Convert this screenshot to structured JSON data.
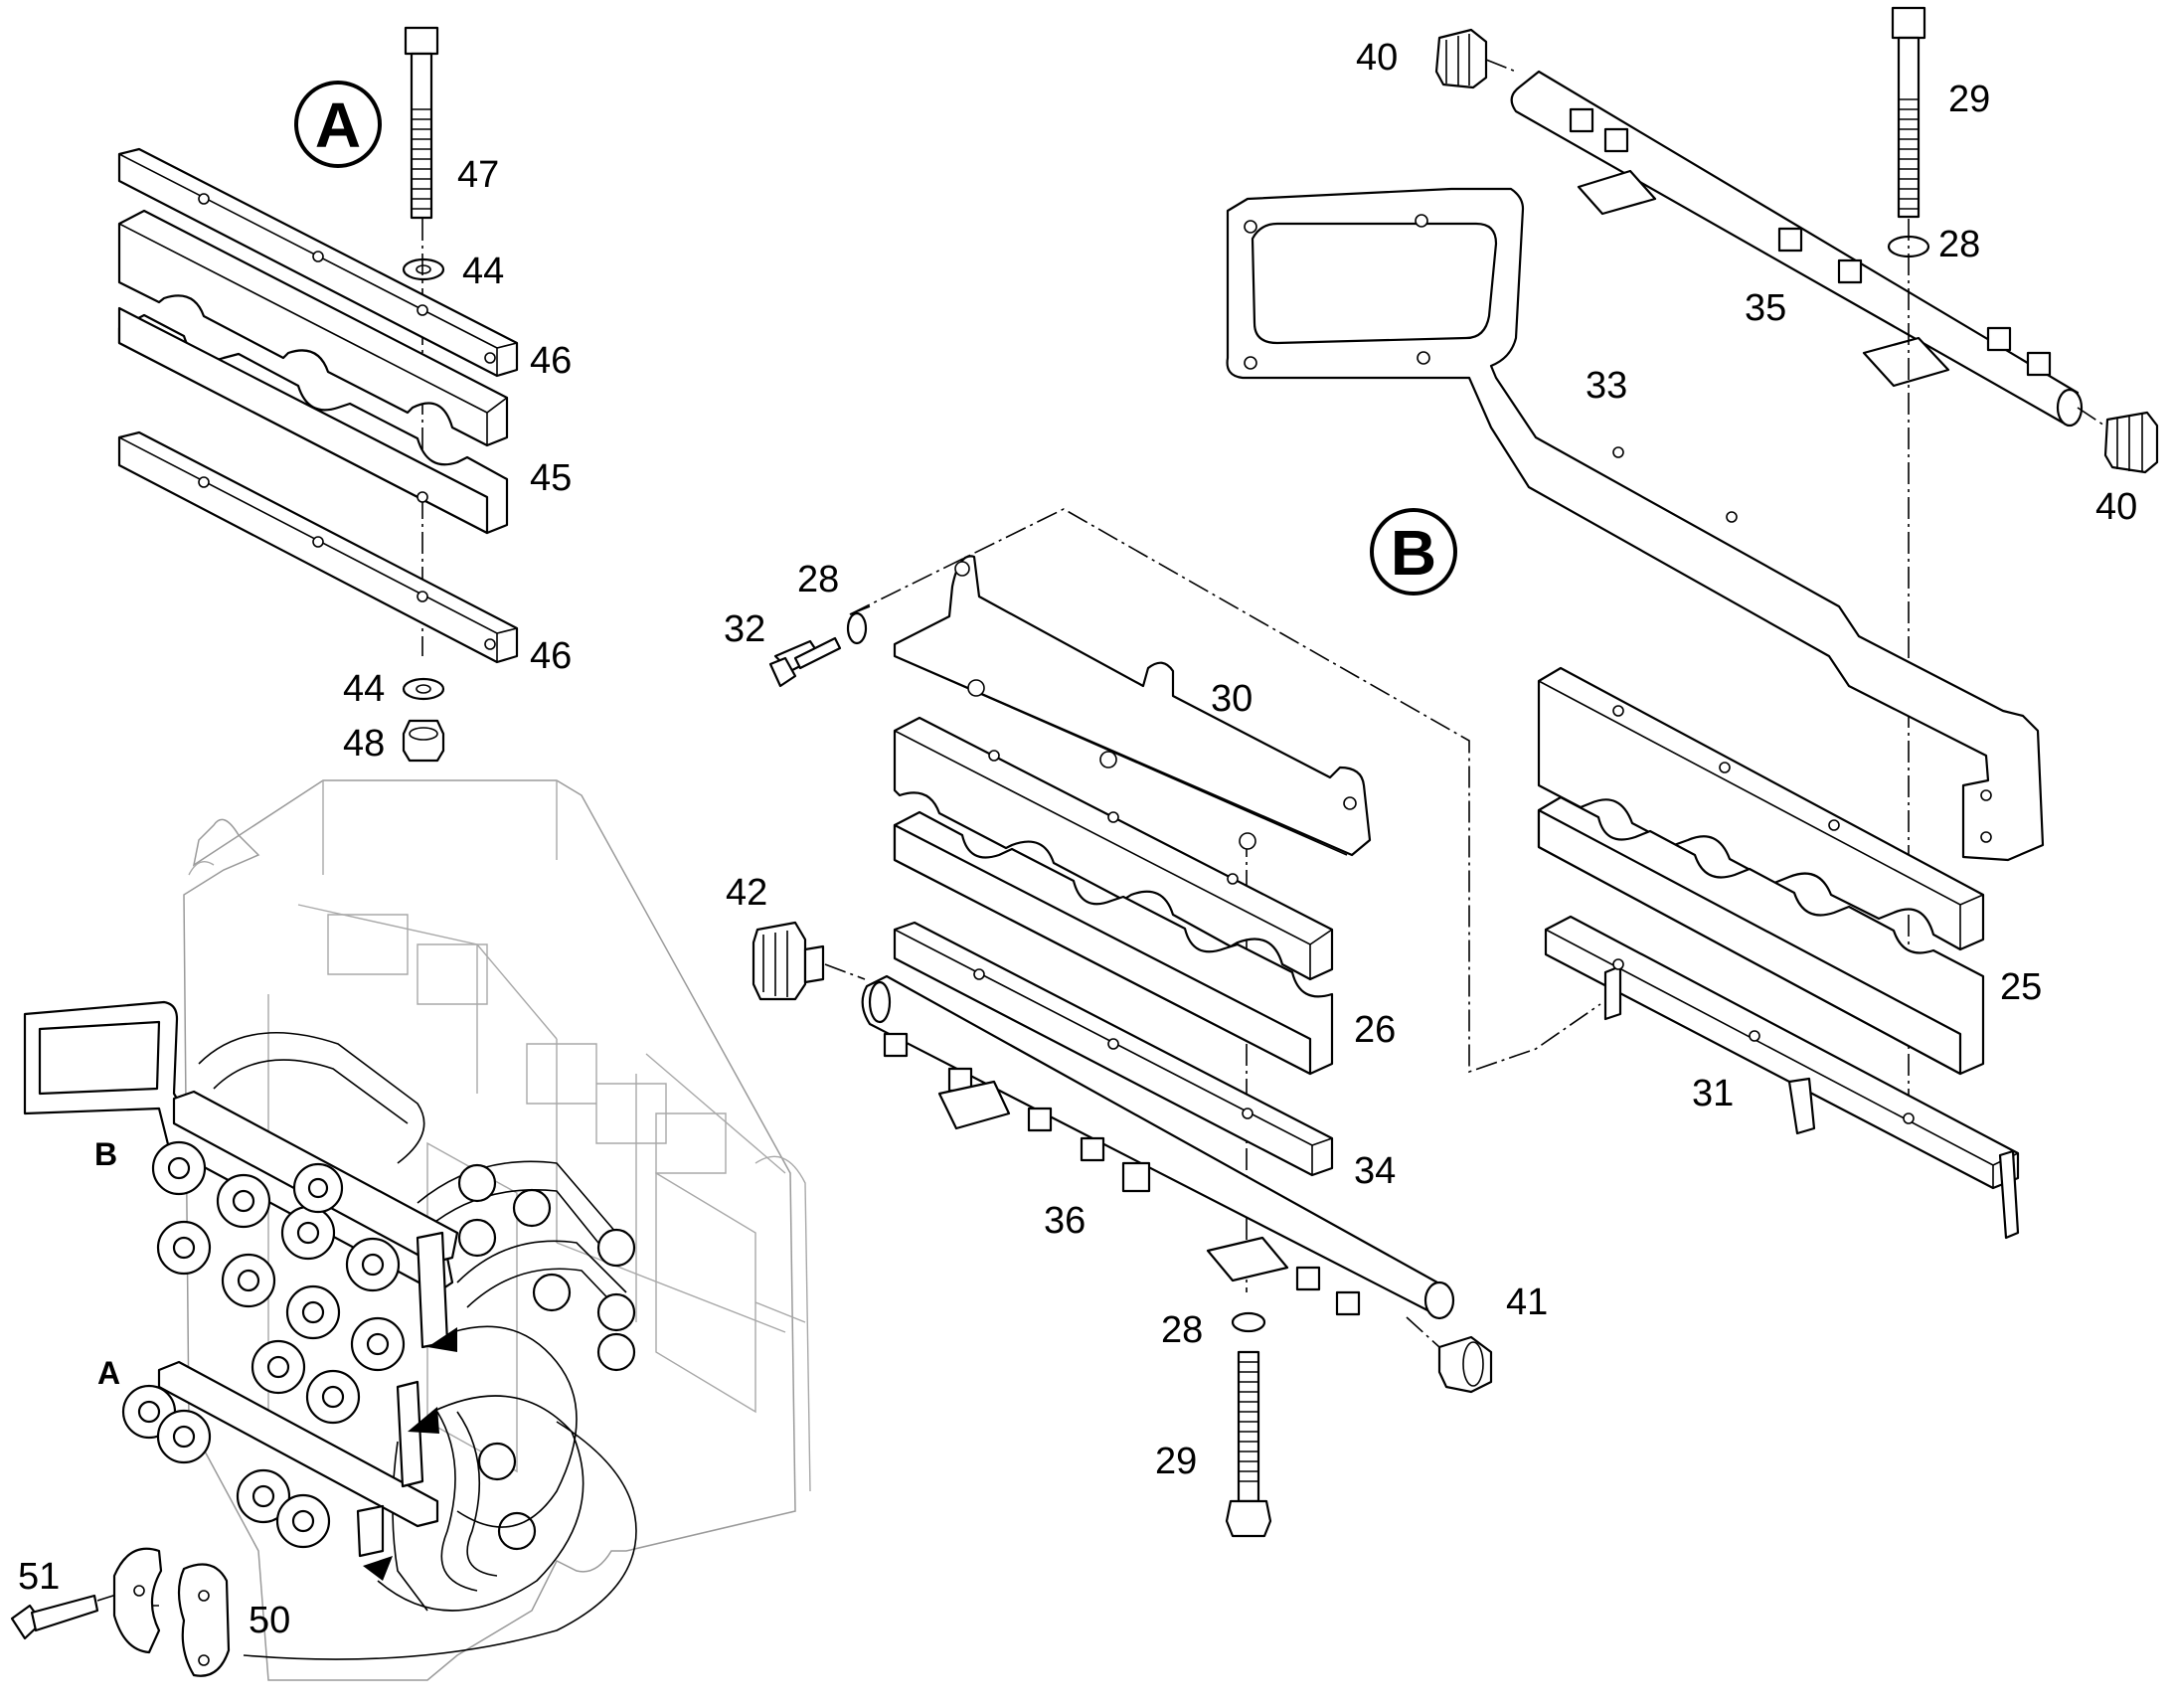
{
  "part_labels": {
    "p25": "25",
    "p26": "26",
    "p28a": "28",
    "p28b": "28",
    "p28c": "28",
    "p29a": "29",
    "p29b": "29",
    "p30": "30",
    "p31": "31",
    "p32": "32",
    "p33": "33",
    "p34": "34",
    "p35": "35",
    "p36": "36",
    "p40a": "40",
    "p40b": "40",
    "p41": "41",
    "p42": "42",
    "p44a": "44",
    "p44b": "44",
    "p45": "45",
    "p46a": "46",
    "p46b": "46",
    "p47": "47",
    "p48": "48",
    "p50": "50",
    "p51": "51"
  },
  "callouts": {
    "a": "A",
    "b": "B"
  },
  "assembly_marks": {
    "a": "A",
    "b": "B"
  }
}
